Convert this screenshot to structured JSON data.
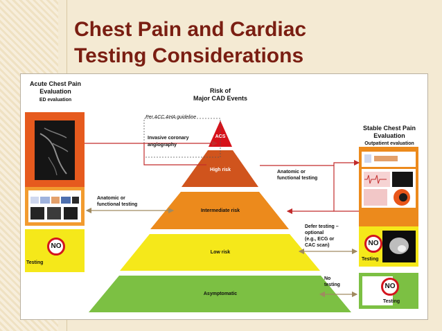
{
  "slide": {
    "title_line1": "Chest Pain and Cardiac",
    "title_line2": "Testing Considerations"
  },
  "left_panel": {
    "title_line1": "Acute Chest Pain",
    "title_line2": "Evaluation",
    "subtitle": "ED evaluation",
    "no_label": "NO",
    "testing_label": "Testing"
  },
  "right_panel": {
    "title_line1": "Stable Chest Pain",
    "title_line2": "Evaluation",
    "subtitle": "Outpatient evaluation",
    "no_label": "NO",
    "testing_label": "Testing"
  },
  "center": {
    "title_line1": "Risk of",
    "title_line2": "Major CAD Events",
    "guideline_note": "Per ACC AHA guideline",
    "invasive_line1": "Invasive coronary",
    "invasive_line2": "angiography",
    "levels": [
      {
        "label": "ACS",
        "color": "#d6121a"
      },
      {
        "label": "High risk",
        "color": "#d0541d"
      },
      {
        "label": "Intermediate risk",
        "color": "#ec8a1c"
      },
      {
        "label": "Low risk",
        "color": "#f5e81a"
      },
      {
        "label": "Asymptomatic",
        "color": "#7cc043"
      }
    ]
  },
  "annotations": {
    "left_anatomic_line1": "Anatomic or",
    "left_anatomic_line2": "functional testing",
    "right_anatomic_line1": "Anatomic or",
    "right_anatomic_line2": "functional testing",
    "defer_line1": "Defer testing –",
    "defer_line2": "optional",
    "defer_line3": "(e.g., ECG or",
    "defer_line4": "CAC scan)",
    "no_testing_line1": "No",
    "no_testing_line2": "testing"
  },
  "colors": {
    "title": "#7a1e12",
    "arrow_red": "#c22b2b",
    "panel_orange": "#ec8a1c",
    "panel_yellow": "#f5e81a",
    "panel_green": "#7cc043",
    "no_ring": "#d3141d"
  }
}
